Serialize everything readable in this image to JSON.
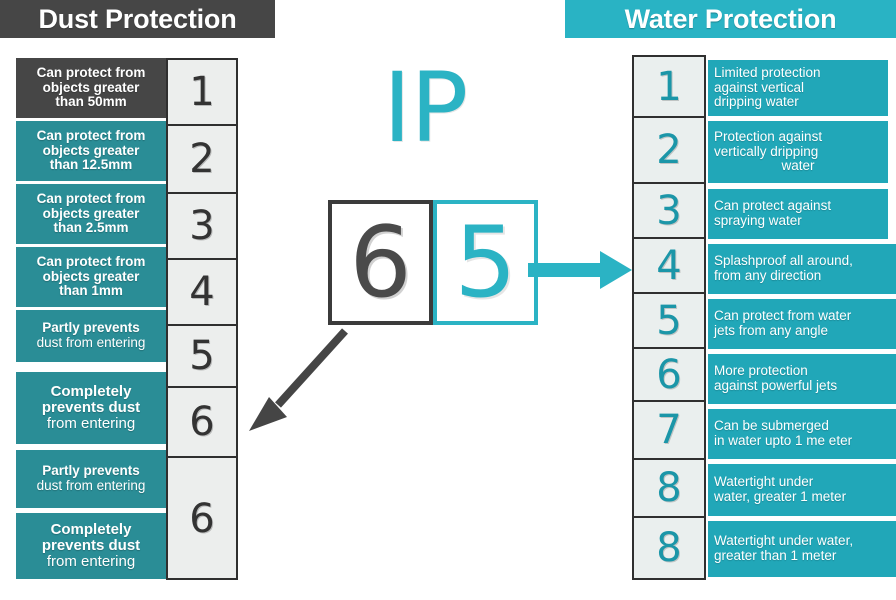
{
  "headers": {
    "dust": "Dust Protection",
    "water": "Water Protection"
  },
  "colors": {
    "dark_gray": "#464646",
    "dust_teal": "#2a8d96",
    "water_teal": "#21a7b8",
    "header_teal": "#29b3c4",
    "ip_teal": "#2bb3c4",
    "number_dark": "#333333",
    "number_teal": "#1b96a8",
    "cell_bg": "#eceeed"
  },
  "ip_logo": {
    "text": "IP",
    "dust_digit": "6",
    "water_digit": "5"
  },
  "icons": {
    "dust_arrow": "arrow-down-left-icon",
    "water_arrow": "arrow-right-icon"
  },
  "dust_column": {
    "numbers": [
      "1",
      "2",
      "3",
      "4",
      "5",
      "6",
      "6",
      ""
    ],
    "rows": [
      {
        "number": "1",
        "style": "dark",
        "lines": [
          {
            "text": "Can protect from",
            "bold": true
          },
          {
            "text": "objects greater",
            "bold": true
          },
          {
            "text": "than 50mm",
            "bold": true
          }
        ]
      },
      {
        "number": "2",
        "style": "teal",
        "lines": [
          {
            "text": "Can protect from",
            "bold": true
          },
          {
            "text": "objects greater",
            "bold": true
          },
          {
            "text": "than 12.5mm",
            "bold": true
          }
        ]
      },
      {
        "number": "3",
        "style": "teal",
        "lines": [
          {
            "text": "Can protect from",
            "bold": true
          },
          {
            "text": "objects greater",
            "bold": true
          },
          {
            "text": "than 2.5mm",
            "bold": true
          }
        ]
      },
      {
        "number": "4",
        "style": "teal",
        "lines": [
          {
            "text": "Can protect from",
            "bold": true
          },
          {
            "text": "objects greater",
            "bold": true
          },
          {
            "text": "than 1mm",
            "bold": true
          }
        ]
      },
      {
        "number": "5",
        "style": "teal",
        "lines": [
          {
            "text": "Partly prevents",
            "bold": true
          },
          {
            "text": "dust from entering",
            "bold": false
          }
        ]
      },
      {
        "number": "6",
        "style": "teal",
        "lines": [
          {
            "text": "Completely",
            "bold": true
          },
          {
            "text": "prevents dust",
            "bold": true
          },
          {
            "text": "from entering",
            "bold": false
          }
        ]
      },
      {
        "number": "6",
        "style": "teal",
        "lines": [
          {
            "text": "Partly prevents",
            "bold": true
          },
          {
            "text": "dust from entering",
            "bold": false
          }
        ]
      },
      {
        "number": "",
        "style": "teal",
        "lines": [
          {
            "text": "Completely",
            "bold": true
          },
          {
            "text": "prevents dust",
            "bold": true
          },
          {
            "text": "from entering",
            "bold": false
          }
        ]
      }
    ]
  },
  "water_column": {
    "numbers": [
      "1",
      "2",
      "3",
      "4",
      "5",
      "6",
      "7",
      "8",
      "8"
    ],
    "rows": [
      {
        "number": "1",
        "lines": [
          {
            "text": "Limited protection"
          },
          {
            "text": "against vertical"
          },
          {
            "text": "dripping water"
          }
        ]
      },
      {
        "number": "2",
        "lines": [
          {
            "text": "Protection against"
          },
          {
            "text": "vertically dripping"
          },
          {
            "text": "water"
          }
        ]
      },
      {
        "number": "3",
        "lines": [
          {
            "text": "Can protect against"
          },
          {
            "text": "spraying water"
          }
        ]
      },
      {
        "number": "4",
        "lines": [
          {
            "text": "Splashproof all around,"
          },
          {
            "text": "from any direction"
          }
        ]
      },
      {
        "number": "5",
        "lines": [
          {
            "text": "Can protect from water"
          },
          {
            "text": "jets from any angle"
          }
        ]
      },
      {
        "number": "6",
        "lines": [
          {
            "text": "More protection"
          },
          {
            "text": "against powerful jets"
          }
        ]
      },
      {
        "number": "7",
        "lines": [
          {
            "text": "Can be submerged"
          },
          {
            "text": "in water upto 1 me eter"
          }
        ]
      },
      {
        "number": "8",
        "lines": [
          {
            "text": "Watertight under"
          },
          {
            "text": "water, greater 1 meter"
          }
        ]
      },
      {
        "number": "8",
        "lines": [
          {
            "text": "Watertight under water,"
          },
          {
            "text": "greater than 1 meter"
          }
        ]
      }
    ]
  }
}
